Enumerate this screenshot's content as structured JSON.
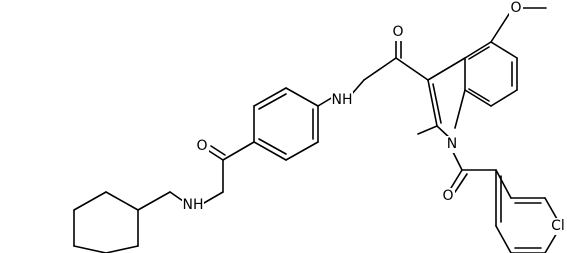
{
  "labels": {
    "o_methoxy": "O",
    "o_acetamide": "O",
    "nh_acetamide": "NH",
    "n_indole": "N",
    "o_benzoyl": "O",
    "cl": "Cl",
    "o_amide": "O",
    "nh_amide": "NH"
  },
  "colors": {
    "bond": "#000000",
    "text": "#000000",
    "background": "#ffffff"
  }
}
